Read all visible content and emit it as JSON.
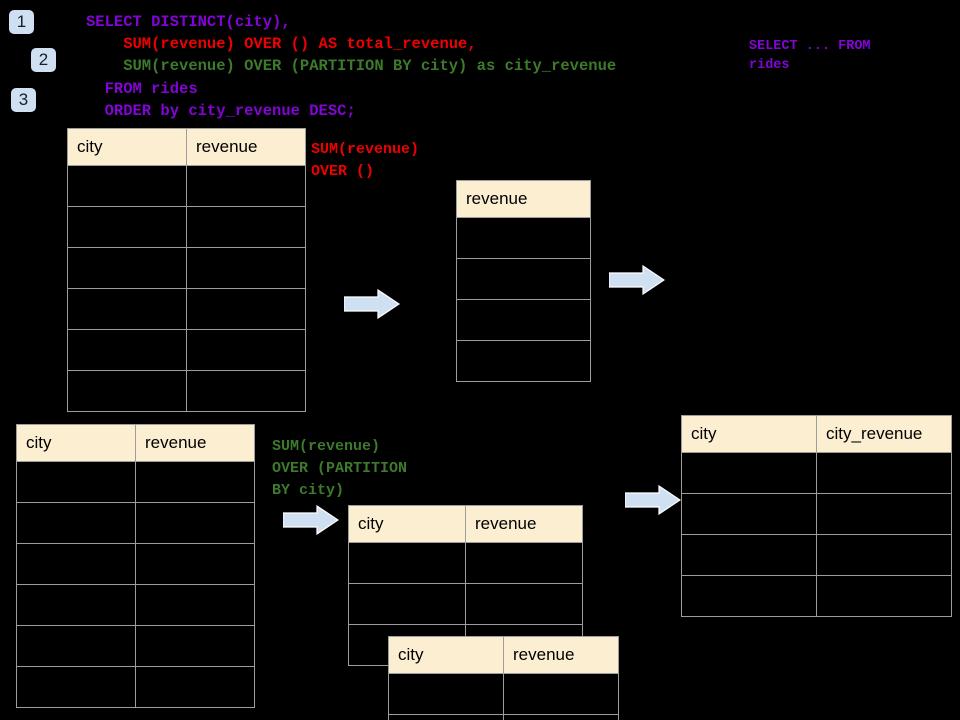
{
  "title": "SQL window functions diagram",
  "colors": {
    "background": "#000000",
    "header_fill": "#fceed0",
    "grid_line": "#9d9d9d",
    "badge_fill": "#cfe0f2",
    "purple": "#8205d6",
    "red": "#ee0000",
    "green": "#3d7a2b",
    "arrow_fill": "#cfe0f2",
    "arrow_stroke": "#ffffff"
  },
  "badges": [
    {
      "label": "1"
    },
    {
      "label": "2"
    },
    {
      "label": "3"
    }
  ],
  "sql": {
    "lines": [
      {
        "text": "SELECT DISTINCT(city),",
        "color": "purple"
      },
      {
        "text": "    SUM(revenue) OVER () AS total_revenue,",
        "color": "red"
      },
      {
        "text": "    SUM(revenue) OVER (PARTITION BY city) as city_revenue",
        "color": "green"
      },
      {
        "text": "  FROM rides",
        "color": "purple"
      },
      {
        "text": "  ORDER by city_revenue DESC;",
        "color": "purple"
      }
    ]
  },
  "annotations": {
    "select_from_rides": "SELECT ... FROM\nrides",
    "sum_over_empty": "SUM(revenue)\nOVER ()",
    "sum_over_partition": "SUM(revenue)\nOVER (PARTITION\nBY city)"
  },
  "tables": {
    "source_top": {
      "name": "source-table-top",
      "headers": [
        "city",
        "revenue"
      ],
      "row_count": 6,
      "rows": [
        [
          "",
          ""
        ],
        [
          "",
          ""
        ],
        [
          "",
          ""
        ],
        [
          "",
          ""
        ],
        [
          "",
          ""
        ],
        [
          "",
          ""
        ]
      ]
    },
    "total_revenue": {
      "name": "total-revenue-table",
      "headers": [
        "revenue"
      ],
      "row_count": 4,
      "rows": [
        [
          ""
        ],
        [
          ""
        ],
        [
          ""
        ],
        [
          ""
        ]
      ]
    },
    "source_bottom": {
      "name": "source-table-bottom",
      "headers": [
        "city",
        "revenue"
      ],
      "row_count": 6,
      "rows": [
        [
          "",
          ""
        ],
        [
          "",
          ""
        ],
        [
          "",
          ""
        ],
        [
          "",
          ""
        ],
        [
          "",
          ""
        ],
        [
          "",
          ""
        ]
      ]
    },
    "partition_back": {
      "name": "partition-table-back",
      "headers": [
        "city",
        "revenue"
      ],
      "row_count": 3,
      "rows": [
        [
          "",
          ""
        ],
        [
          "",
          ""
        ],
        [
          "",
          ""
        ]
      ]
    },
    "partition_front": {
      "name": "partition-table-front",
      "headers": [
        "city",
        "revenue"
      ],
      "row_count": 2,
      "rows": [
        [
          "",
          ""
        ],
        [
          "",
          ""
        ]
      ]
    },
    "result": {
      "name": "result-table",
      "headers": [
        "city",
        "city_revenue"
      ],
      "row_count": 4,
      "rows": [
        [
          "",
          ""
        ],
        [
          "",
          ""
        ],
        [
          "",
          ""
        ],
        [
          "",
          ""
        ]
      ]
    }
  },
  "arrows": [
    {
      "name": "arrow-source-to-total"
    },
    {
      "name": "arrow-total-to-result"
    },
    {
      "name": "arrow-source-to-partition"
    },
    {
      "name": "arrow-partition-to-result"
    }
  ]
}
